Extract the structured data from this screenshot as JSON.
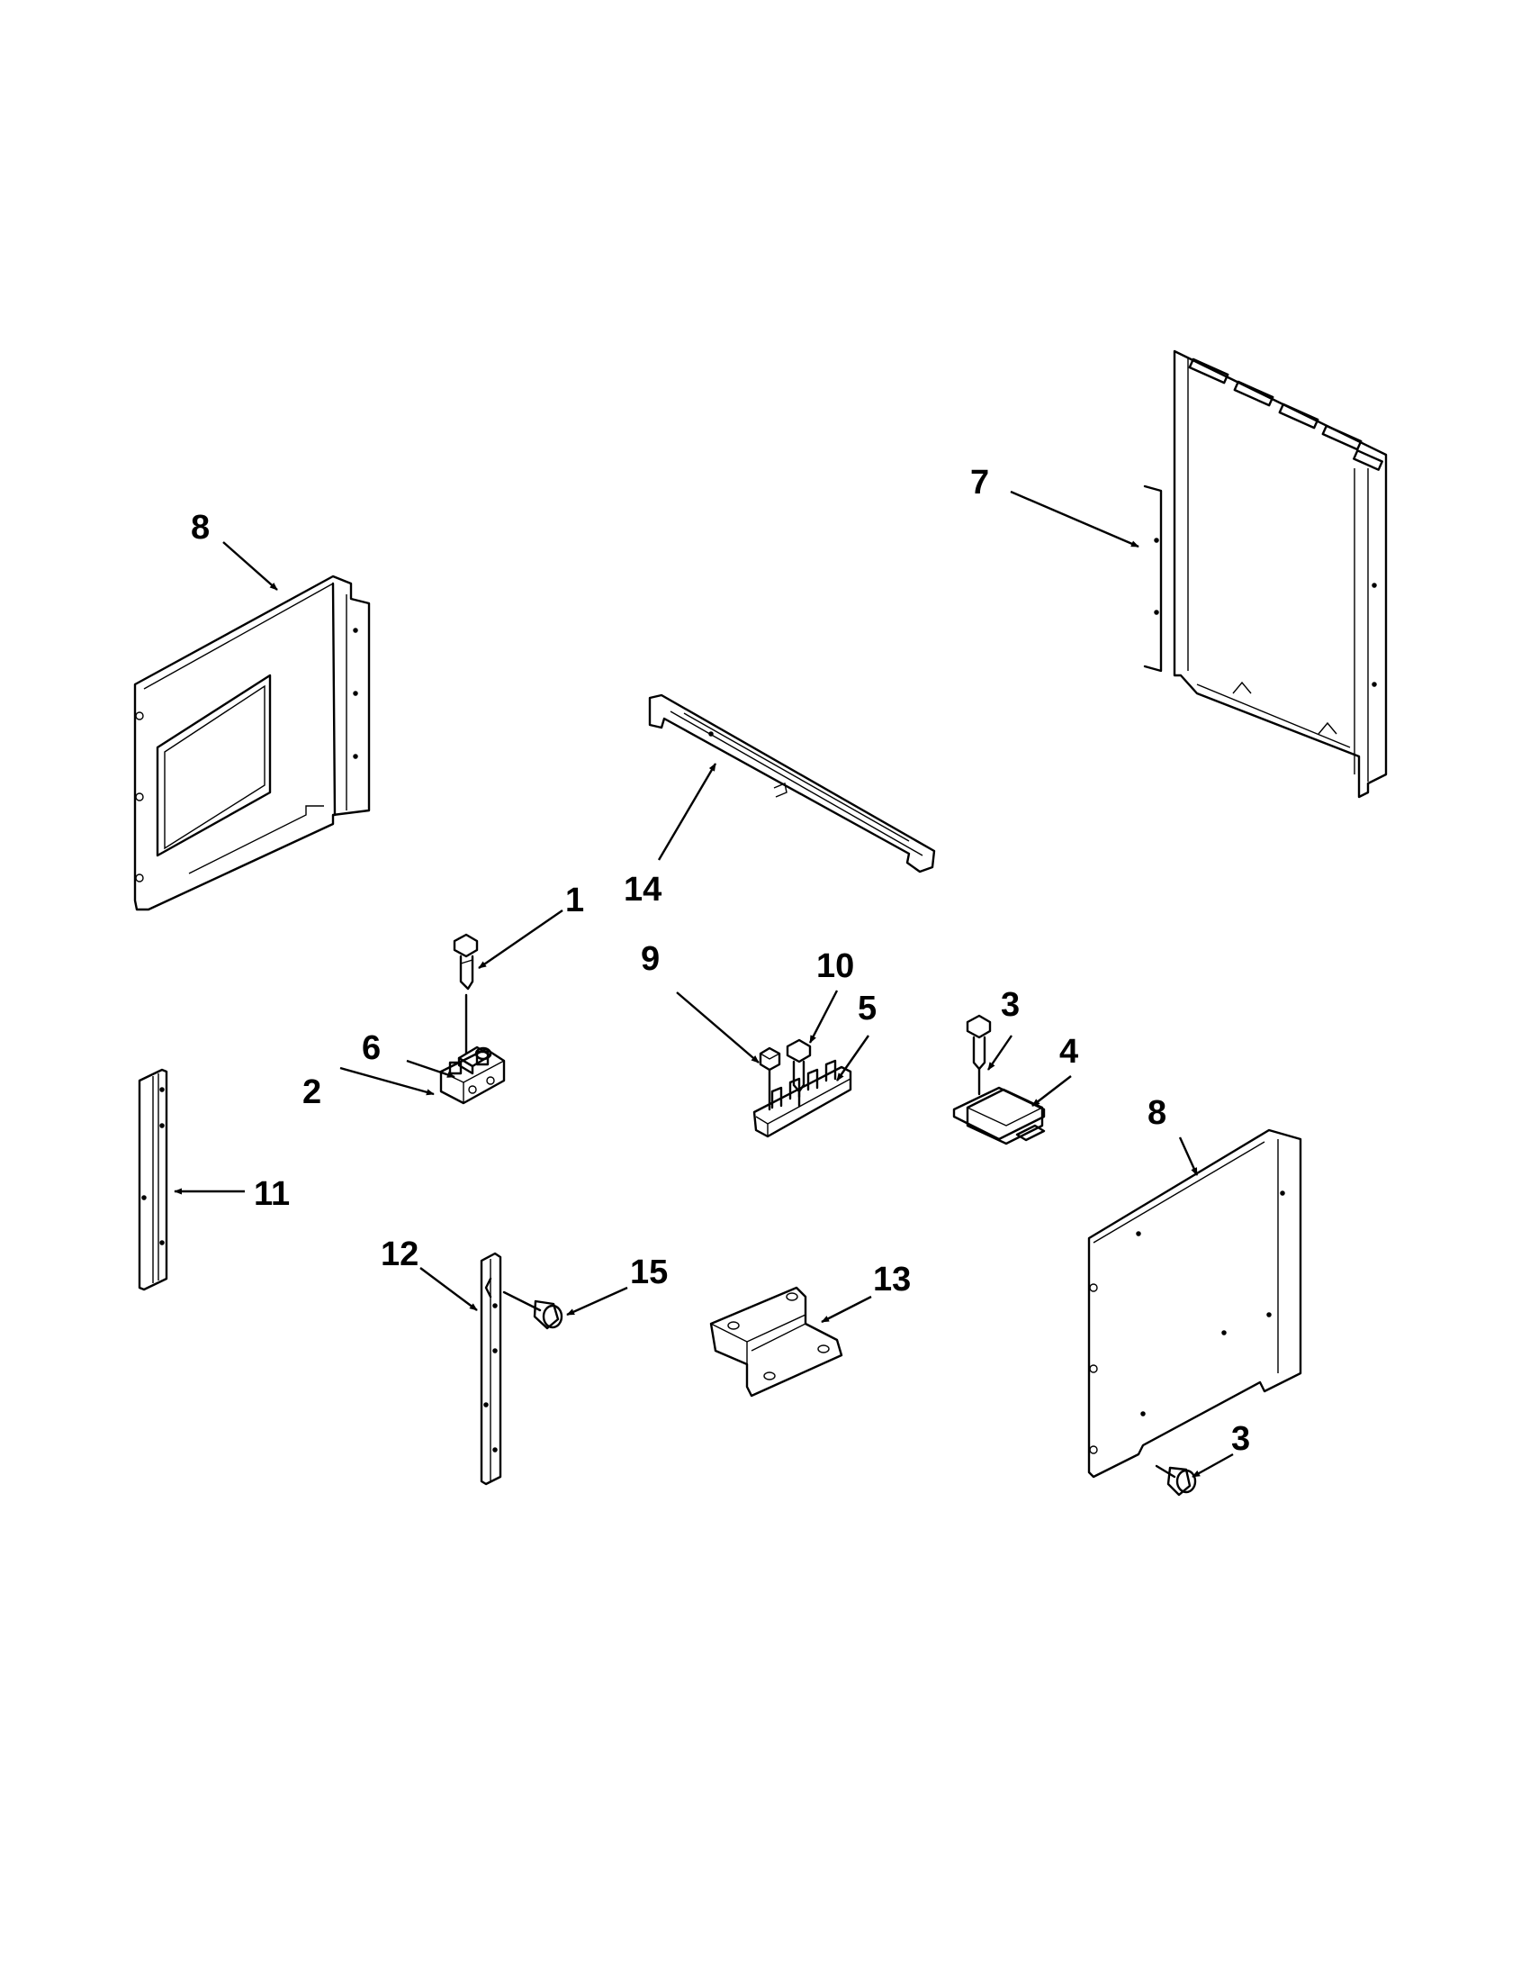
{
  "callouts": [
    {
      "id": "c8a",
      "label": "8"
    },
    {
      "id": "c7",
      "label": "7"
    },
    {
      "id": "c14",
      "label": "14"
    },
    {
      "id": "c1",
      "label": "1"
    },
    {
      "id": "c9",
      "label": "9"
    },
    {
      "id": "c10",
      "label": "10"
    },
    {
      "id": "c5",
      "label": "5"
    },
    {
      "id": "c3a",
      "label": "3"
    },
    {
      "id": "c4",
      "label": "4"
    },
    {
      "id": "c6",
      "label": "6"
    },
    {
      "id": "c2",
      "label": "2"
    },
    {
      "id": "c8b",
      "label": "8"
    },
    {
      "id": "c11",
      "label": "11"
    },
    {
      "id": "c12",
      "label": "12"
    },
    {
      "id": "c15",
      "label": "15"
    },
    {
      "id": "c13",
      "label": "13"
    },
    {
      "id": "c3b",
      "label": "3"
    }
  ]
}
